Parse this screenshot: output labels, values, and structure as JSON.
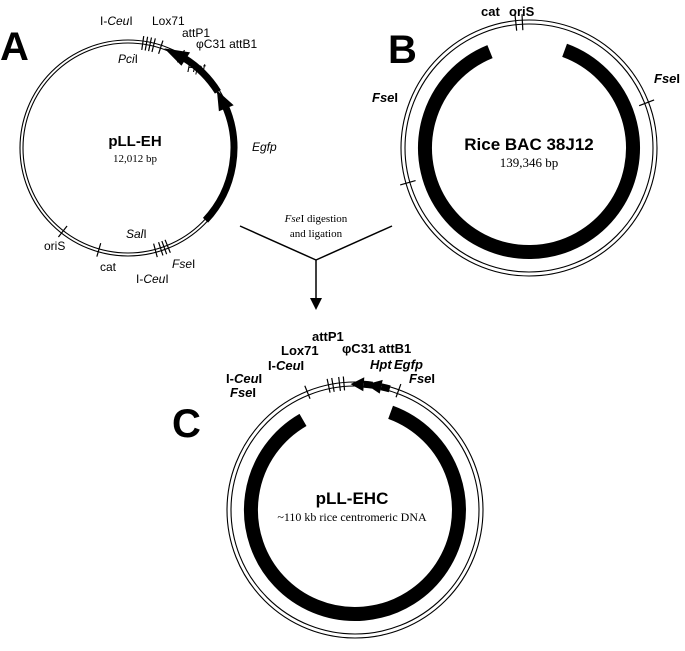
{
  "panels": {
    "a": {
      "letter": "A",
      "name": "pLL-EH",
      "size": "12,012 bp",
      "labels": {
        "iceu_top": [
          "I-",
          "Ceu",
          "I"
        ],
        "lox71": "Lox71",
        "attp1": "attP1",
        "c31_attb1": "φC31 attB1",
        "pci": [
          "Pci",
          "I"
        ],
        "hpt": "Hpt",
        "egfp": "Egfp",
        "sal": [
          "Sal",
          "I"
        ],
        "fse": [
          "Fse",
          "I"
        ],
        "iceu_bottom": [
          "I-",
          "Ceu",
          "I"
        ],
        "oris": "oriS",
        "cat": "cat"
      }
    },
    "b": {
      "letter": "B",
      "name": "Rice BAC 38J12",
      "size": "139,346 bp",
      "labels": {
        "cat": "cat",
        "oris": "oriS",
        "fse_left": [
          "Fse",
          "I"
        ],
        "fse_right": [
          "Fse",
          "I"
        ]
      }
    },
    "c": {
      "letter": "C",
      "name": "pLL-EHC",
      "size": "~110 kb rice centromeric DNA",
      "labels": {
        "attp1": "attP1",
        "lox71": "Lox71",
        "c31_attb1": "φC31 attB1",
        "iceu_inner": [
          "I-",
          "Ceu",
          "I"
        ],
        "hpt": "Hpt",
        "egfp": "Egfp",
        "iceu_outer": [
          "I-",
          "Ceu",
          "I"
        ],
        "fse_left": [
          "Fse",
          "I"
        ],
        "fse_right": [
          "Fse",
          "I"
        ]
      }
    }
  },
  "process": {
    "line1": [
      "Fse",
      "I digestion"
    ],
    "line2": "and ligation"
  }
}
